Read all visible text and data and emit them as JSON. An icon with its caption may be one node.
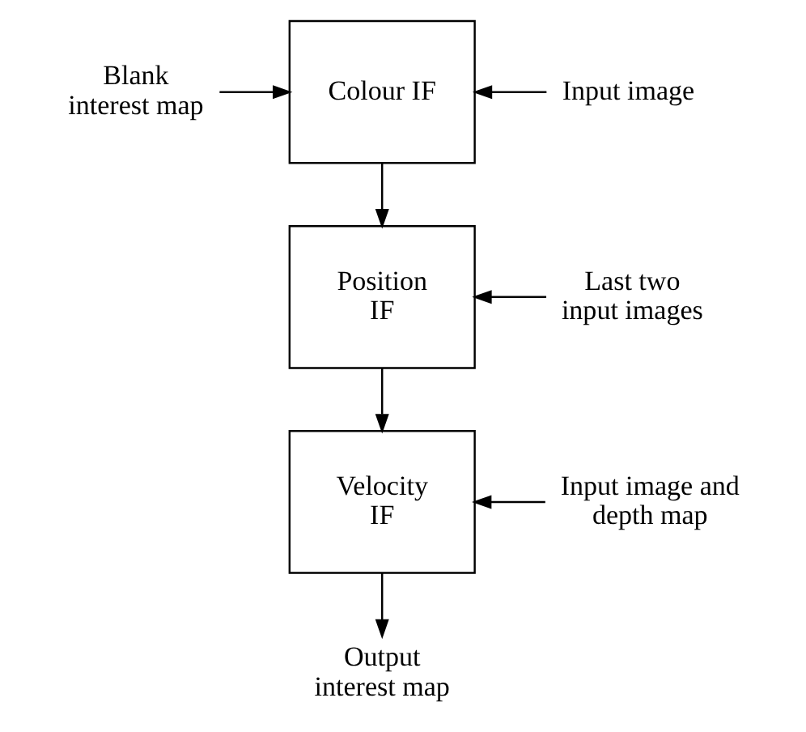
{
  "diagram": {
    "nodes": [
      {
        "text": [
          "Blank interest map"
        ]
      },
      {
        "text": [
          "Colour IF"
        ]
      },
      {
        "text": [
          "Input image"
        ]
      },
      {
        "text": [
          "Position IF"
        ]
      },
      {
        "text": [
          "Last two input images"
        ]
      },
      {
        "text": [
          "Velocity IF"
        ]
      },
      {
        "text": [
          "Input image and depth map"
        ]
      },
      {
        "text": [
          "Output interest map"
        ]
      }
    ],
    "edges": [
      {
        "from": 0,
        "to": 1,
        "arrow": "to"
      },
      {
        "from": 2,
        "to": 1,
        "arrow": "to"
      },
      {
        "from": 1,
        "to": 3,
        "arrow": "to"
      },
      {
        "from": 4,
        "to": 3,
        "arrow": "to"
      },
      {
        "from": 3,
        "to": 5,
        "arrow": "to"
      },
      {
        "from": 6,
        "to": 5,
        "arrow": "to"
      },
      {
        "from": 5,
        "to": 7,
        "arrow": "to"
      }
    ]
  }
}
